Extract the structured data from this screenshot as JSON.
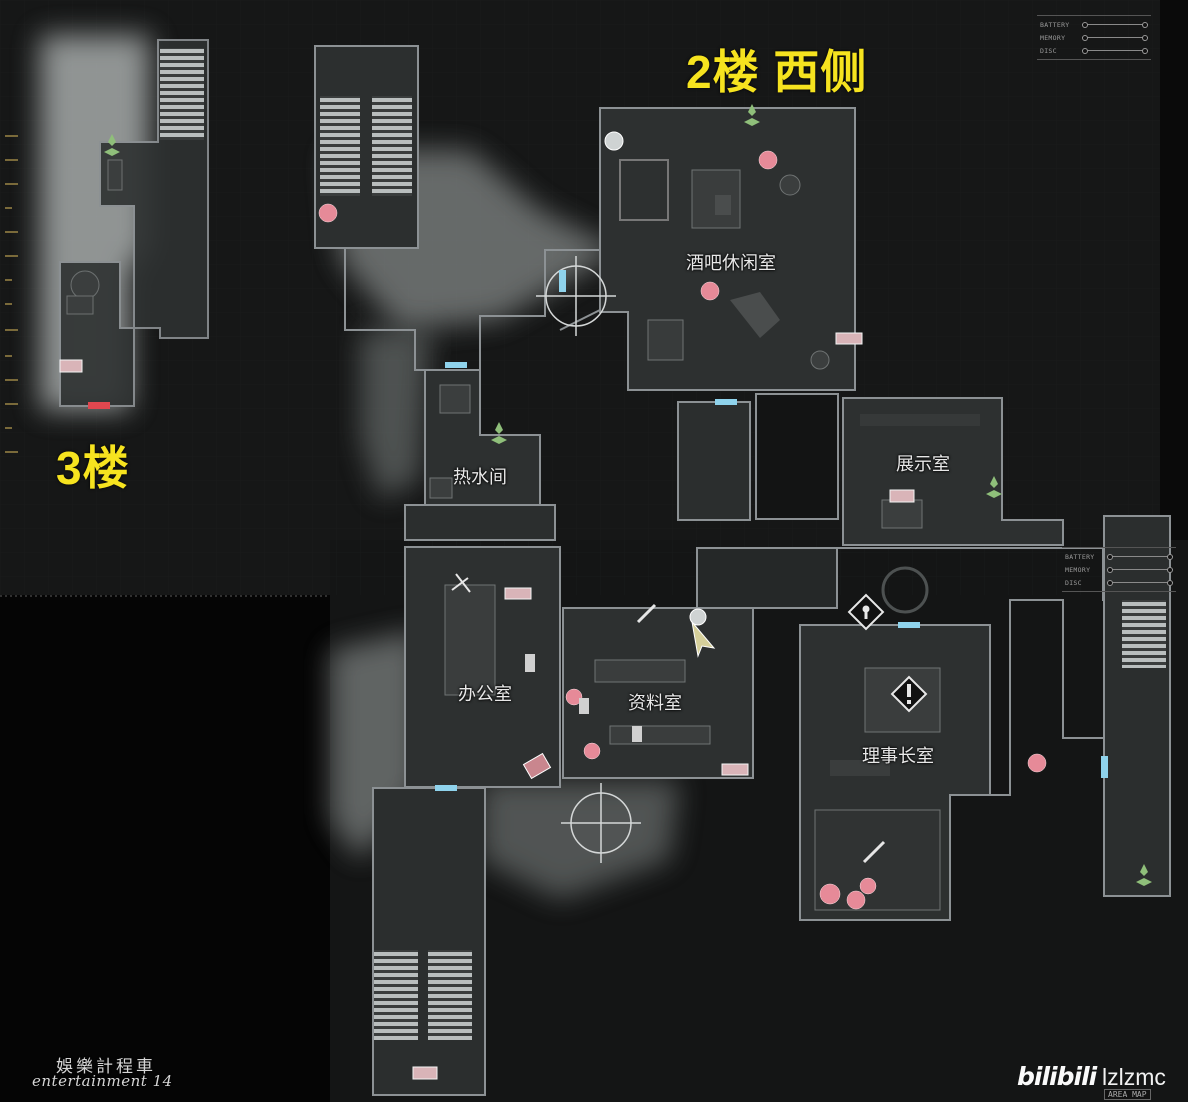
{
  "floor_labels": {
    "floor2_west": "2楼 西侧",
    "floor3": "3楼"
  },
  "rooms": {
    "bar_lounge": "酒吧休闲室",
    "exhibition_room": "展示室",
    "hot_water_room": "热水间",
    "office": "办公室",
    "archive_room": "资料室",
    "chairman_office": "理事长室"
  },
  "status_panel": {
    "battery": "BATTERY",
    "memory": "MEMORY",
    "disc": "DISC"
  },
  "watermark": {
    "chinese": "娛樂計程車",
    "english": "entertainment 14"
  },
  "credit": {
    "site": "bilibili",
    "user": "lzlzmc"
  },
  "area_map_label": "AREA MAP",
  "colors": {
    "floor_label": "#f6e31f",
    "door": "#8fd3ec",
    "exit_marker": "#e0474f",
    "wall": "#8c9194",
    "fog": "#9ea3a2",
    "floor": "#2d3030",
    "item_flower": "#e68a98",
    "plant": "#8fbf7a"
  },
  "icons": {
    "typewriter": "typewriter-save-icon",
    "herb": "herb-plant-icon",
    "flower": "red-flower-icon",
    "door": "door-marker-icon",
    "keyhole": "locked-door-icon",
    "alert": "exclamation-icon",
    "player": "player-arrow-icon",
    "knife": "knife-icon",
    "crosshair": "crosshair-icon"
  }
}
